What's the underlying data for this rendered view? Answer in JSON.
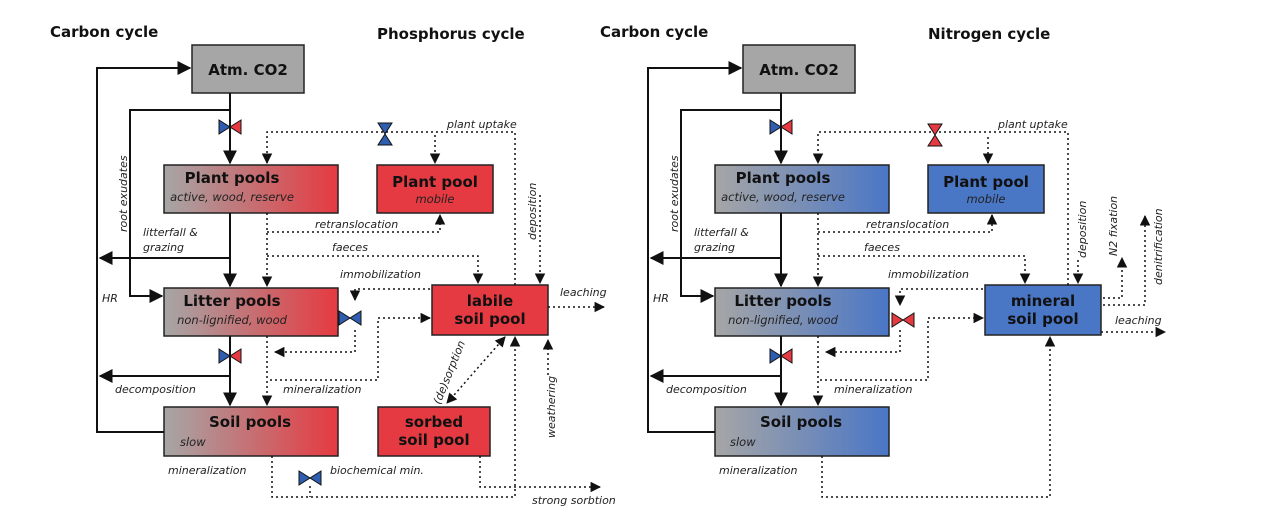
{
  "colors": {
    "phosphorus": "#e53a41",
    "nitrogen": "#4a76c6",
    "grey": "#a6a6a6",
    "dark": "#111111"
  },
  "left": {
    "carbon_title": "Carbon cycle",
    "nutrient_title": "Phosphorus cycle",
    "atm": "Atm. CO2",
    "plant_pools": "Plant pools",
    "plant_pools_sub": "active, wood, reserve",
    "plant_pool": "Plant pool",
    "plant_pool_sub": "mobile",
    "litter_pools": "Litter pools",
    "litter_pools_sub": "non-lignified, wood",
    "soil_pools": "Soil pools",
    "soil_pools_sub": "slow",
    "labile_1": "labile",
    "labile_2": "soil pool",
    "sorbed_1": "sorbed",
    "sorbed_2": "soil pool",
    "labels": {
      "plant_uptake": "plant uptake",
      "root_exudates": "root exudates",
      "litterfall_1": "litterfall &",
      "litterfall_2": "grazing",
      "retranslocation": "retranslocation",
      "faeces": "faeces",
      "immobilization": "immobilization",
      "hr": "HR",
      "decomposition": "decomposition",
      "mineralization_mid": "mineralization",
      "mineralization_low": "mineralization",
      "biochemical": "biochemical min.",
      "deposition": "deposition",
      "leaching": "leaching",
      "desorption": "(de)sorption",
      "weathering": "weathering",
      "strong_sorption": "strong sorbtion"
    }
  },
  "right": {
    "carbon_title": "Carbon cycle",
    "nutrient_title": "Nitrogen cycle",
    "atm": "Atm. CO2",
    "plant_pools": "Plant pools",
    "plant_pools_sub": "active, wood, reserve",
    "plant_pool": "Plant pool",
    "plant_pool_sub": "mobile",
    "litter_pools": "Litter pools",
    "litter_pools_sub": "non-lignified, wood",
    "soil_pools": "Soil pools",
    "soil_pools_sub": "slow",
    "mineral_1": "mineral",
    "mineral_2": "soil pool",
    "labels": {
      "plant_uptake": "plant uptake",
      "root_exudates": "root exudates",
      "litterfall_1": "litterfall &",
      "litterfall_2": "grazing",
      "retranslocation": "retranslocation",
      "faeces": "faeces",
      "immobilization": "immobilization",
      "hr": "HR",
      "decomposition": "decomposition",
      "mineralization_mid": "mineralization",
      "mineralization_low": "mineralization",
      "deposition": "deposition",
      "n2_fixation": "N2 fixation",
      "denitrification": "denitrification",
      "leaching": "leaching"
    }
  }
}
